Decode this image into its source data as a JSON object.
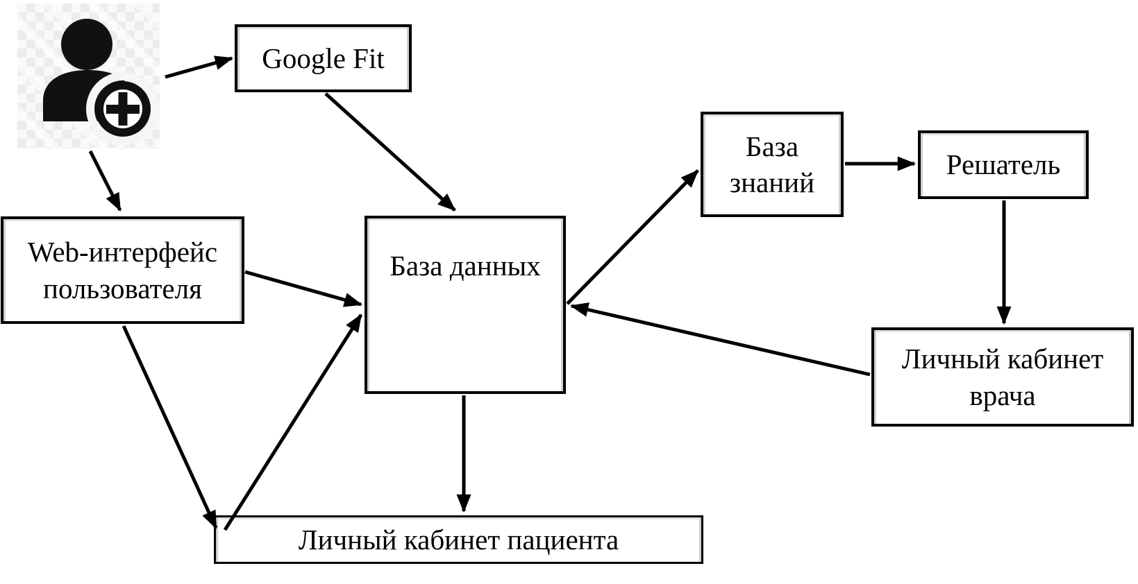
{
  "diagram": {
    "description": "Architecture flowchart of a health-monitoring system",
    "colors": {
      "line": "#000000",
      "box_fill": "#ffffff",
      "box_border": "#000000",
      "background": "#ffffff"
    },
    "nodes": {
      "user": {
        "icon": "add-user-icon",
        "label": ""
      },
      "google_fit": {
        "label": "Google Fit"
      },
      "web_ui": {
        "label": "Web-интерфейс\nпользователя"
      },
      "database": {
        "label": "База данных"
      },
      "knowledge_base": {
        "label": "База\nзнаний"
      },
      "solver": {
        "label": "Решатель"
      },
      "doctor_cabinet": {
        "label": "Личный кабинет\nврача"
      },
      "patient_cabinet": {
        "label": "Личный кабинет пациента"
      }
    },
    "edges": [
      {
        "from": "user",
        "to": "google_fit"
      },
      {
        "from": "user",
        "to": "web_ui"
      },
      {
        "from": "google_fit",
        "to": "database"
      },
      {
        "from": "web_ui",
        "to": "database"
      },
      {
        "from": "web_ui",
        "to": "patient_cabinet"
      },
      {
        "from": "patient_cabinet",
        "to": "database"
      },
      {
        "from": "database",
        "to": "patient_cabinet"
      },
      {
        "from": "database",
        "to": "knowledge_base"
      },
      {
        "from": "knowledge_base",
        "to": "solver"
      },
      {
        "from": "solver",
        "to": "doctor_cabinet"
      },
      {
        "from": "doctor_cabinet",
        "to": "database"
      }
    ]
  }
}
